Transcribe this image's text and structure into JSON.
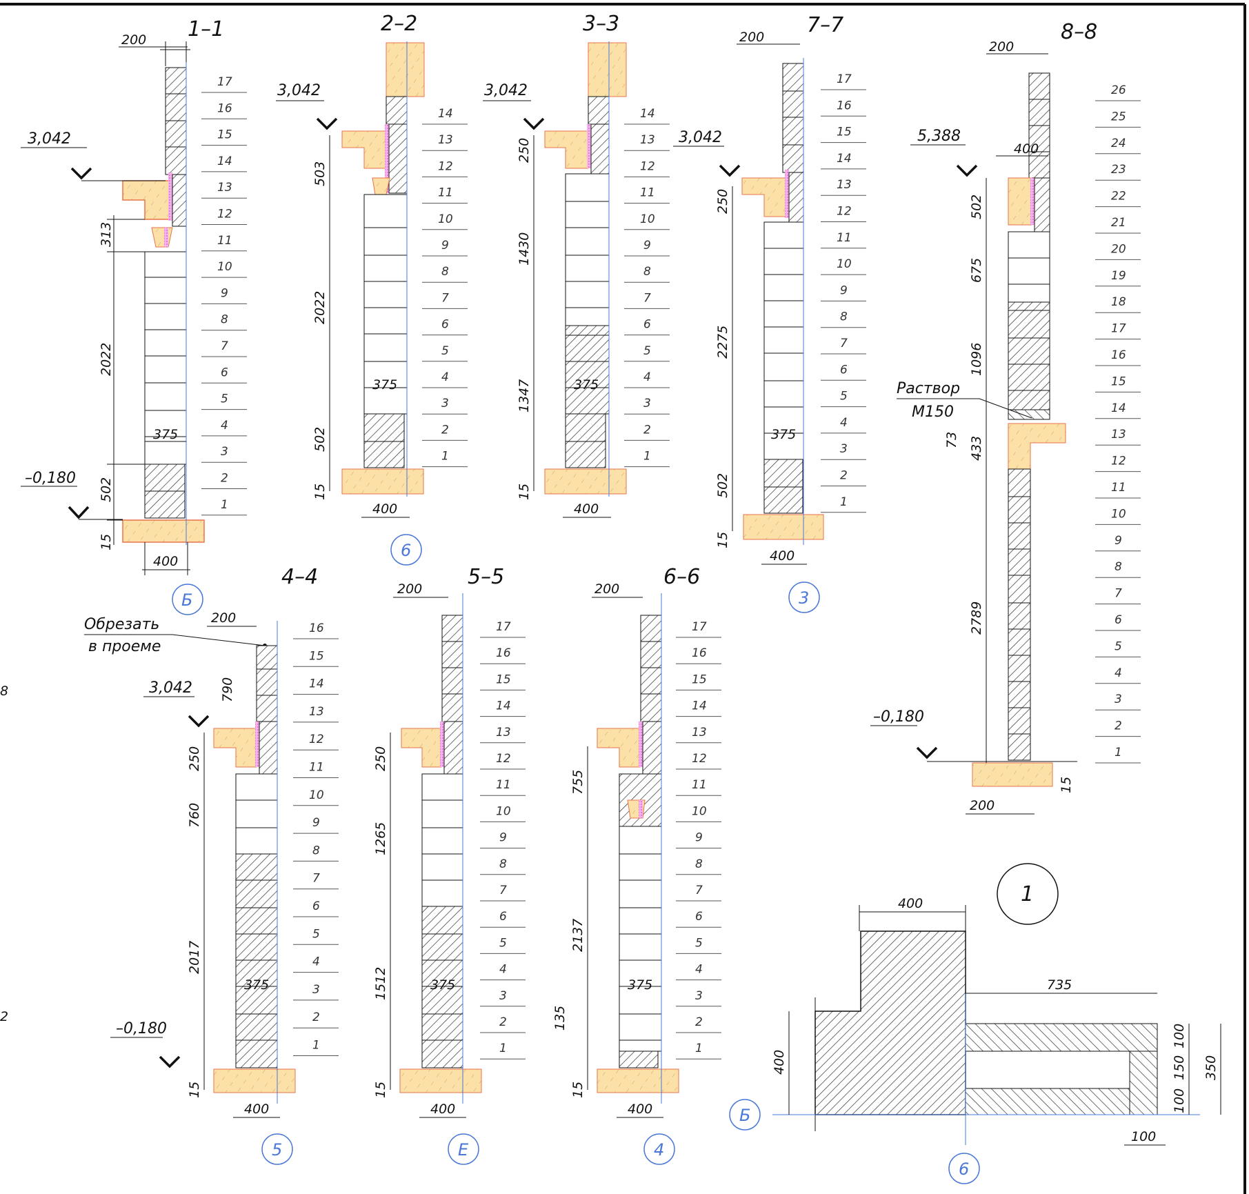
{
  "colors": {
    "ink": "#111111",
    "hatch": "#333333",
    "concrete_fill": "#fbe1a8",
    "concrete_edge": "#e8734a",
    "insulation": "#e86bd8",
    "axis": "#4a78d9"
  },
  "sections": {
    "s11": {
      "title": "1–1",
      "top": "200",
      "level_top": "3,042",
      "level_bottom": "–0,180",
      "d1": "313",
      "d2": "2022",
      "d3": "502",
      "d4": "15",
      "w_wall": "375",
      "w_base": "400",
      "axis": "Б",
      "rows": [
        "17",
        "16",
        "15",
        "14",
        "13",
        "12",
        "11",
        "10",
        "9",
        "8",
        "7",
        "6",
        "5",
        "4",
        "3",
        "2",
        "1"
      ]
    },
    "s22": {
      "title": "2–2",
      "level_top": "3,042",
      "d1": "503",
      "d2": "2022",
      "d3": "502",
      "d4": "15",
      "w_wall": "375",
      "w_base": "400",
      "axis": "6",
      "rows": [
        "14",
        "13",
        "12",
        "11",
        "10",
        "9",
        "8",
        "7",
        "6",
        "5",
        "4",
        "3",
        "2",
        "1"
      ]
    },
    "s33": {
      "title": "3–3",
      "level_top": "3,042",
      "d0": "250",
      "d1": "1430",
      "d2": "1347",
      "d4": "15",
      "w_wall": "375",
      "w_base": "400",
      "rows": [
        "14",
        "13",
        "12",
        "11",
        "10",
        "9",
        "8",
        "7",
        "6",
        "5",
        "4",
        "3",
        "2",
        "1"
      ]
    },
    "s77": {
      "title": "7–7",
      "top": "200",
      "level_top": "3,042",
      "d0": "250",
      "d2": "2275",
      "d3": "502",
      "d4": "15",
      "w_wall": "375",
      "w_base": "400",
      "axis": "3",
      "rows": [
        "17",
        "16",
        "15",
        "14",
        "13",
        "12",
        "11",
        "10",
        "9",
        "8",
        "7",
        "6",
        "5",
        "4",
        "3",
        "2",
        "1"
      ]
    },
    "s88": {
      "title": "8–8",
      "top": "200",
      "level_top": "5,388",
      "level_bottom": "–0,180",
      "w_lintel": "400",
      "d1": "502",
      "d2": "675",
      "d3": "1096",
      "d_small": "73",
      "d_433": "433",
      "d_main": "2789",
      "d4": "15",
      "w_base": "200",
      "note_1": "Раствор",
      "note_2": "М150",
      "rows": [
        "26",
        "25",
        "24",
        "23",
        "22",
        "21",
        "20",
        "19",
        "18",
        "17",
        "16",
        "15",
        "14",
        "13",
        "12",
        "11",
        "10",
        "9",
        "8",
        "7",
        "6",
        "5",
        "4",
        "3",
        "2",
        "1"
      ]
    },
    "s44": {
      "title": "4–4",
      "top": "200",
      "level_top": "3,042",
      "level_bottom": "–0,180",
      "note_1": "Обрезать",
      "note_2": "в проеме",
      "d_top": "790",
      "d0": "250",
      "d1": "760",
      "d2": "2017",
      "d4": "15",
      "w_wall": "375",
      "w_base": "400",
      "axis": "5",
      "rows": [
        "16",
        "15",
        "14",
        "13",
        "12",
        "11",
        "10",
        "9",
        "8",
        "7",
        "6",
        "5",
        "4",
        "3",
        "2",
        "1"
      ]
    },
    "s55": {
      "title": "5–5",
      "top": "200",
      "d0": "250",
      "d1": "1265",
      "d2": "1512",
      "d4": "15",
      "w_wall": "375",
      "w_base": "400",
      "axis": "Е",
      "rows": [
        "17",
        "16",
        "15",
        "14",
        "13",
        "12",
        "11",
        "10",
        "9",
        "8",
        "7",
        "6",
        "5",
        "4",
        "3",
        "2",
        "1"
      ]
    },
    "s66": {
      "title": "6–6",
      "top": "200",
      "d1": "755",
      "d2": "2137",
      "d_small": "135",
      "d4": "15",
      "w_wall": "375",
      "w_base": "400",
      "axis": "4",
      "rows": [
        "17",
        "16",
        "15",
        "14",
        "13",
        "12",
        "11",
        "10",
        "9",
        "8",
        "7",
        "6",
        "5",
        "4",
        "3",
        "2",
        "1"
      ]
    }
  },
  "detail": {
    "label": "1",
    "w_top": "400",
    "w_right": "735",
    "h_left": "400",
    "d_100a": "100",
    "d_150": "150",
    "d_100b": "100",
    "d_350": "350",
    "d_100c": "100",
    "axis_left": "Б",
    "axis_bottom": "6"
  },
  "edge_marks": {
    "m1": "8",
    "m2": "2"
  }
}
